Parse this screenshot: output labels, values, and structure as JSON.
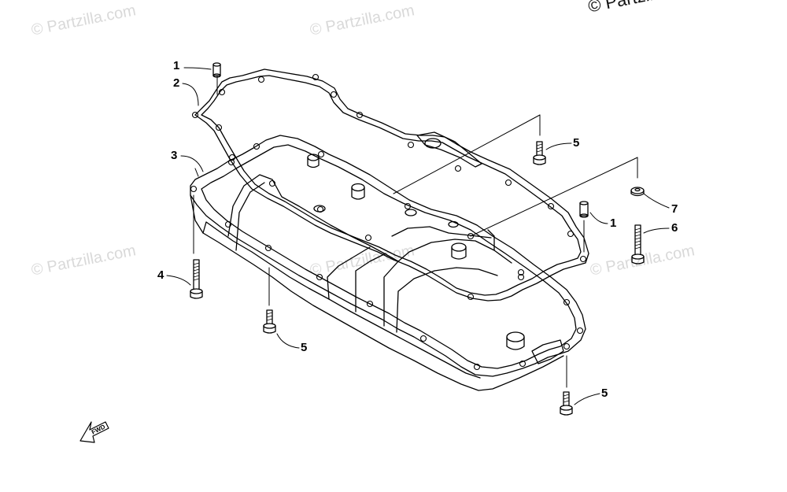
{
  "copyright": "© Partzilla.com",
  "watermark": "© Partzilla.com",
  "callouts": {
    "c1_top": "1",
    "c2": "2",
    "c3": "3",
    "c4": "4",
    "c5_right_top": "5",
    "c7": "7",
    "c6": "6",
    "c1_right": "1",
    "c5_bottom_mid": "5",
    "c5_bottom_right": "5"
  },
  "fwd_label": "FWD"
}
